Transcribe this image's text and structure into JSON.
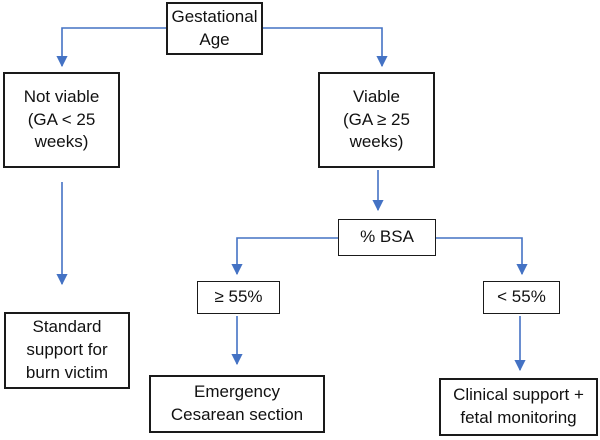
{
  "nodes": {
    "gestational_age": "Gestational\nAge",
    "not_viable": "Not viable\n(GA < 25\nweeks)",
    "viable": "Viable\n(GA ≥ 25\nweeks)",
    "bsa": "% BSA",
    "ge55": "≥ 55%",
    "lt55": "< 55%",
    "standard_support": "Standard\nsupport for\nburn victim",
    "emergency": "Emergency\nCesarean section",
    "clinical": "Clinical support +\nfetal monitoring"
  },
  "colors": {
    "arrow": "#4472c4",
    "box_border": "#1a1a1a",
    "text": "#111111",
    "background": "#ffffff"
  }
}
